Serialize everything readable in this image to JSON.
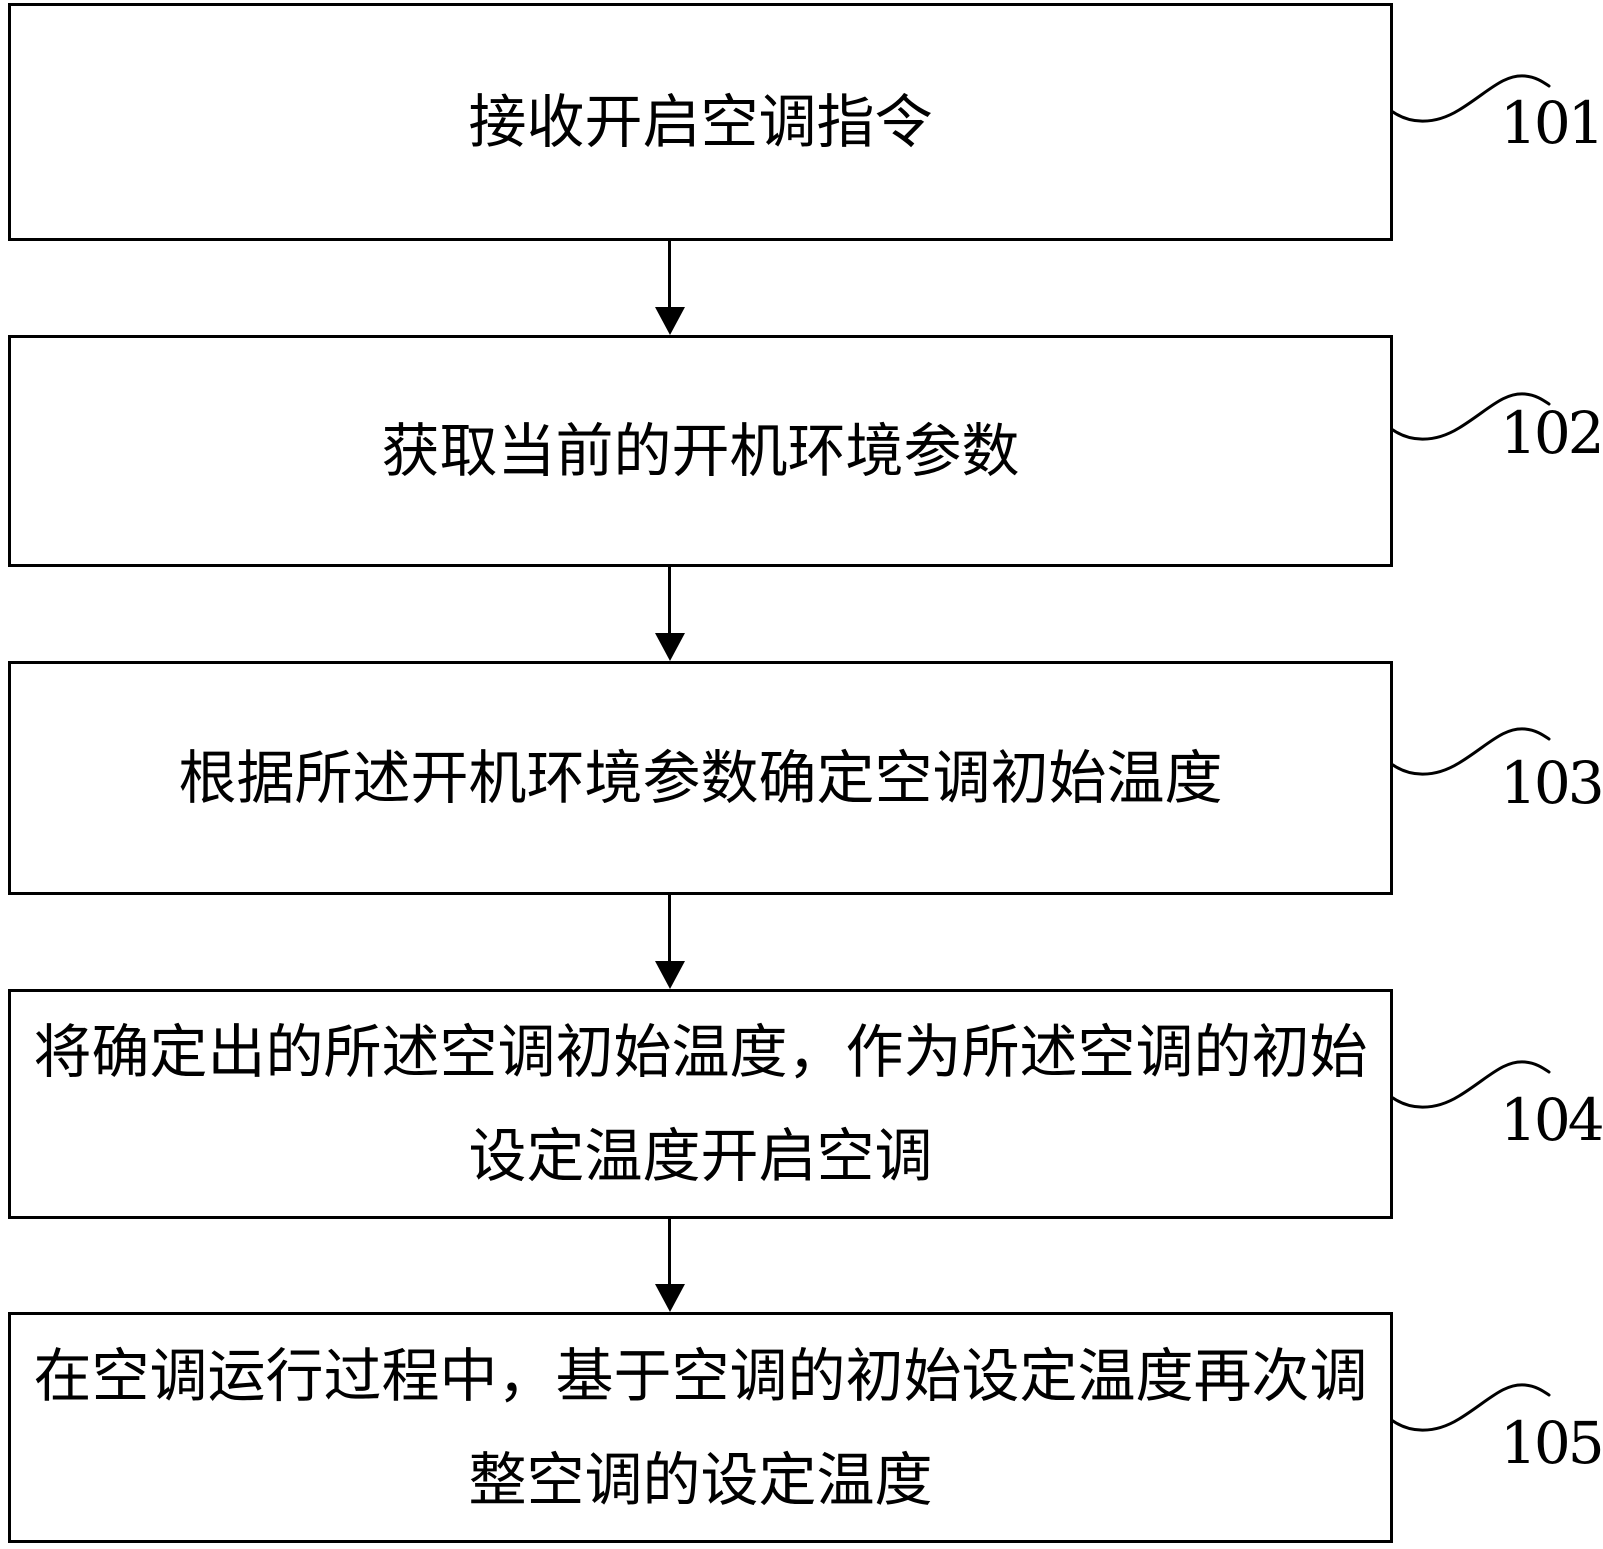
{
  "figure": {
    "type": "flowchart",
    "colors": {
      "line": "#000000",
      "background": "#ffffff",
      "text": "#000000"
    },
    "steps": [
      {
        "id": "101",
        "lines": [
          "接收开启空调指令",
          ""
        ]
      },
      {
        "id": "102",
        "lines": [
          "获取当前的开机环境参数",
          ""
        ]
      },
      {
        "id": "103",
        "lines": [
          "根据所述开机环境参数确定空调初始温度",
          ""
        ]
      },
      {
        "id": "104",
        "lines": [
          "将确定出的所述空调初始温度，作为所述空调的初始",
          "设定温度开启空调"
        ]
      },
      {
        "id": "105",
        "lines": [
          "在空调运行过程中，基于空调的初始设定温度再次调",
          "整空调的设定温度"
        ]
      }
    ]
  }
}
